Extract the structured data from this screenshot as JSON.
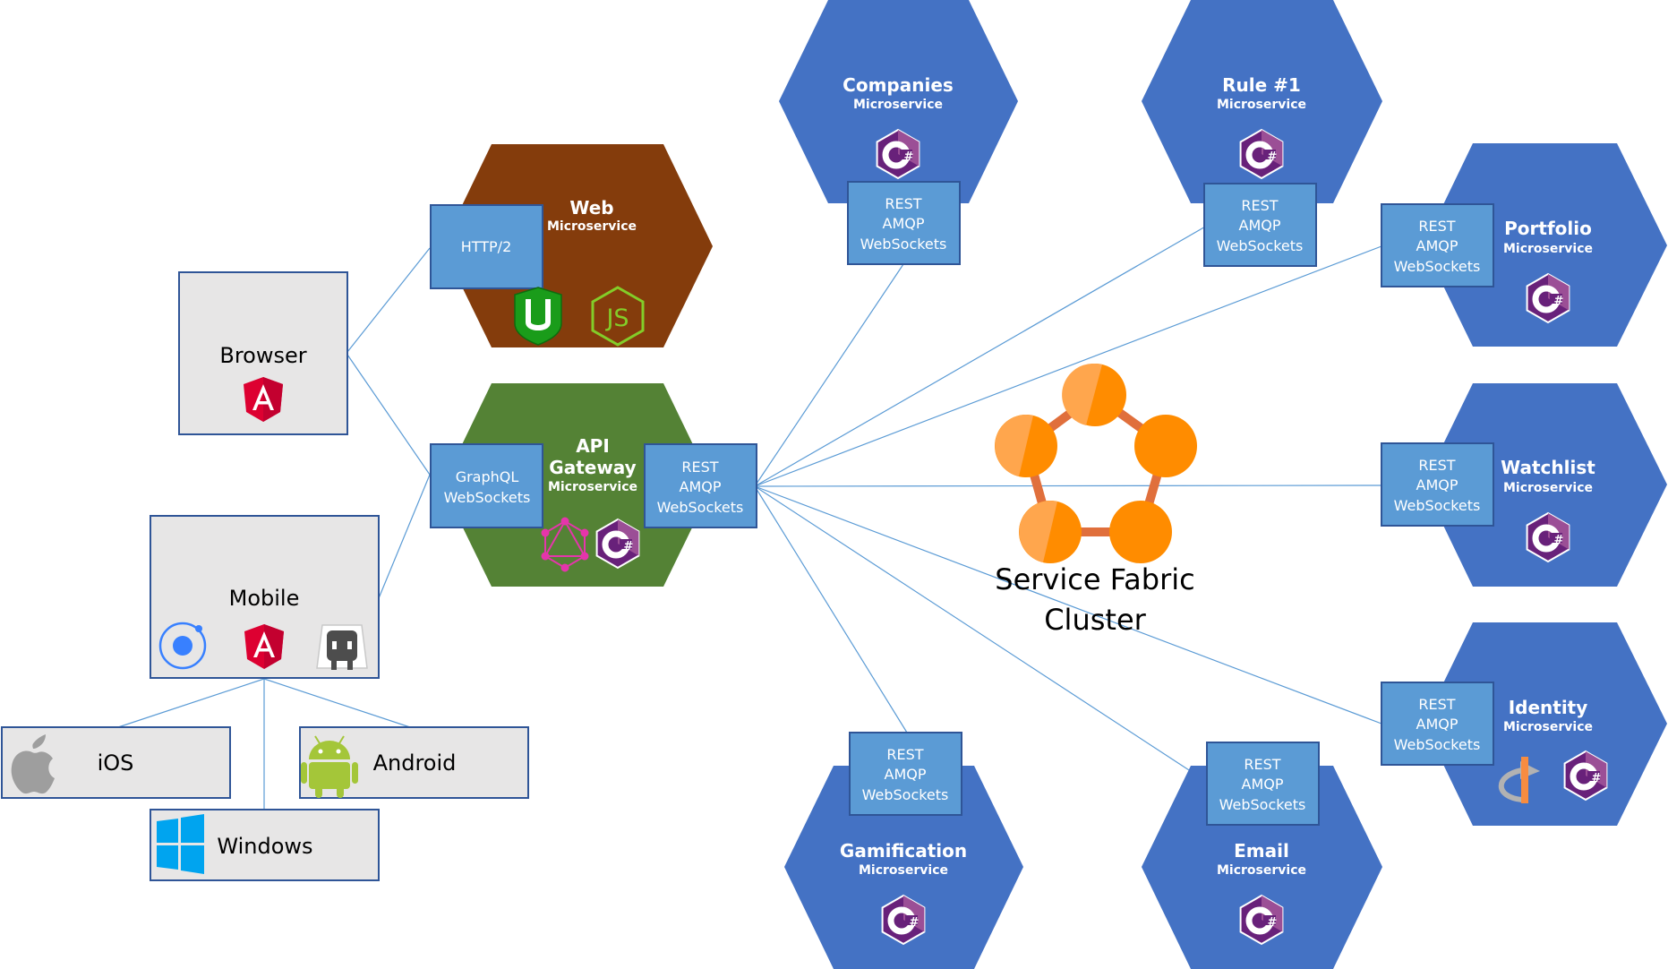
{
  "colors": {
    "microservice_blue": "#4472C4",
    "web_brown": "#843C0C",
    "gateway_green": "#548235",
    "protocol_box": "#5B9BD5",
    "protocol_border": "#2F5597",
    "client_box": "#E7E6E6",
    "client_border": "#2F5597",
    "connector": "#5B9BD5",
    "fabric_orange": "#FF8C00"
  },
  "clients": {
    "browser": {
      "label": "Browser",
      "icon": "angular-icon"
    },
    "mobile": {
      "label": "Mobile",
      "icons": [
        "ionic-icon",
        "angular-icon",
        "cordova-icon"
      ]
    },
    "ios": {
      "label": "iOS",
      "icon": "apple-icon"
    },
    "android": {
      "label": "Android",
      "icon": "android-icon"
    },
    "windows": {
      "label": "Windows",
      "icon": "windows-icon"
    }
  },
  "web_service": {
    "title": "Web",
    "subtitle": "Microservice",
    "protocol": "HTTP/2",
    "icons": [
      "universal-shield-icon",
      "nodejs-icon"
    ]
  },
  "api_gateway": {
    "title_line1": "API",
    "title_line2": "Gateway",
    "subtitle": "Microservice",
    "inbound_protocols": [
      "GraphQL",
      "WebSockets"
    ],
    "outbound_protocols": [
      "REST",
      "AMQP",
      "WebSockets"
    ],
    "icons": [
      "graphql-icon",
      "csharp-icon"
    ]
  },
  "cluster": {
    "line1": "Service Fabric",
    "line2": "Cluster",
    "icon": "service-fabric-icon"
  },
  "services": {
    "companies": {
      "title": "Companies",
      "subtitle": "Microservice",
      "protocols": [
        "REST",
        "AMQP",
        "WebSockets"
      ],
      "icon": "csharp-icon"
    },
    "rule1": {
      "title": "Rule #1",
      "subtitle": "Microservice",
      "protocols": [
        "REST",
        "AMQP",
        "WebSockets"
      ],
      "icon": "csharp-icon"
    },
    "portfolio": {
      "title": "Portfolio",
      "subtitle": "Microservice",
      "protocols": [
        "REST",
        "AMQP",
        "WebSockets"
      ],
      "icon": "csharp-icon"
    },
    "watchlist": {
      "title": "Watchlist",
      "subtitle": "Microservice",
      "protocols": [
        "REST",
        "AMQP",
        "WebSockets"
      ],
      "icon": "csharp-icon"
    },
    "identity": {
      "title": "Identity",
      "subtitle": "Microservice",
      "protocols": [
        "REST",
        "AMQP",
        "WebSockets"
      ],
      "icons": [
        "openid-icon",
        "csharp-icon"
      ]
    },
    "gamification": {
      "title": "Gamification",
      "subtitle": "Microservice",
      "protocols": [
        "REST",
        "AMQP",
        "WebSockets"
      ],
      "icon": "csharp-icon"
    },
    "email": {
      "title": "Email",
      "subtitle": "Microservice",
      "protocols": [
        "REST",
        "AMQP",
        "WebSockets"
      ],
      "icon": "csharp-icon"
    }
  }
}
